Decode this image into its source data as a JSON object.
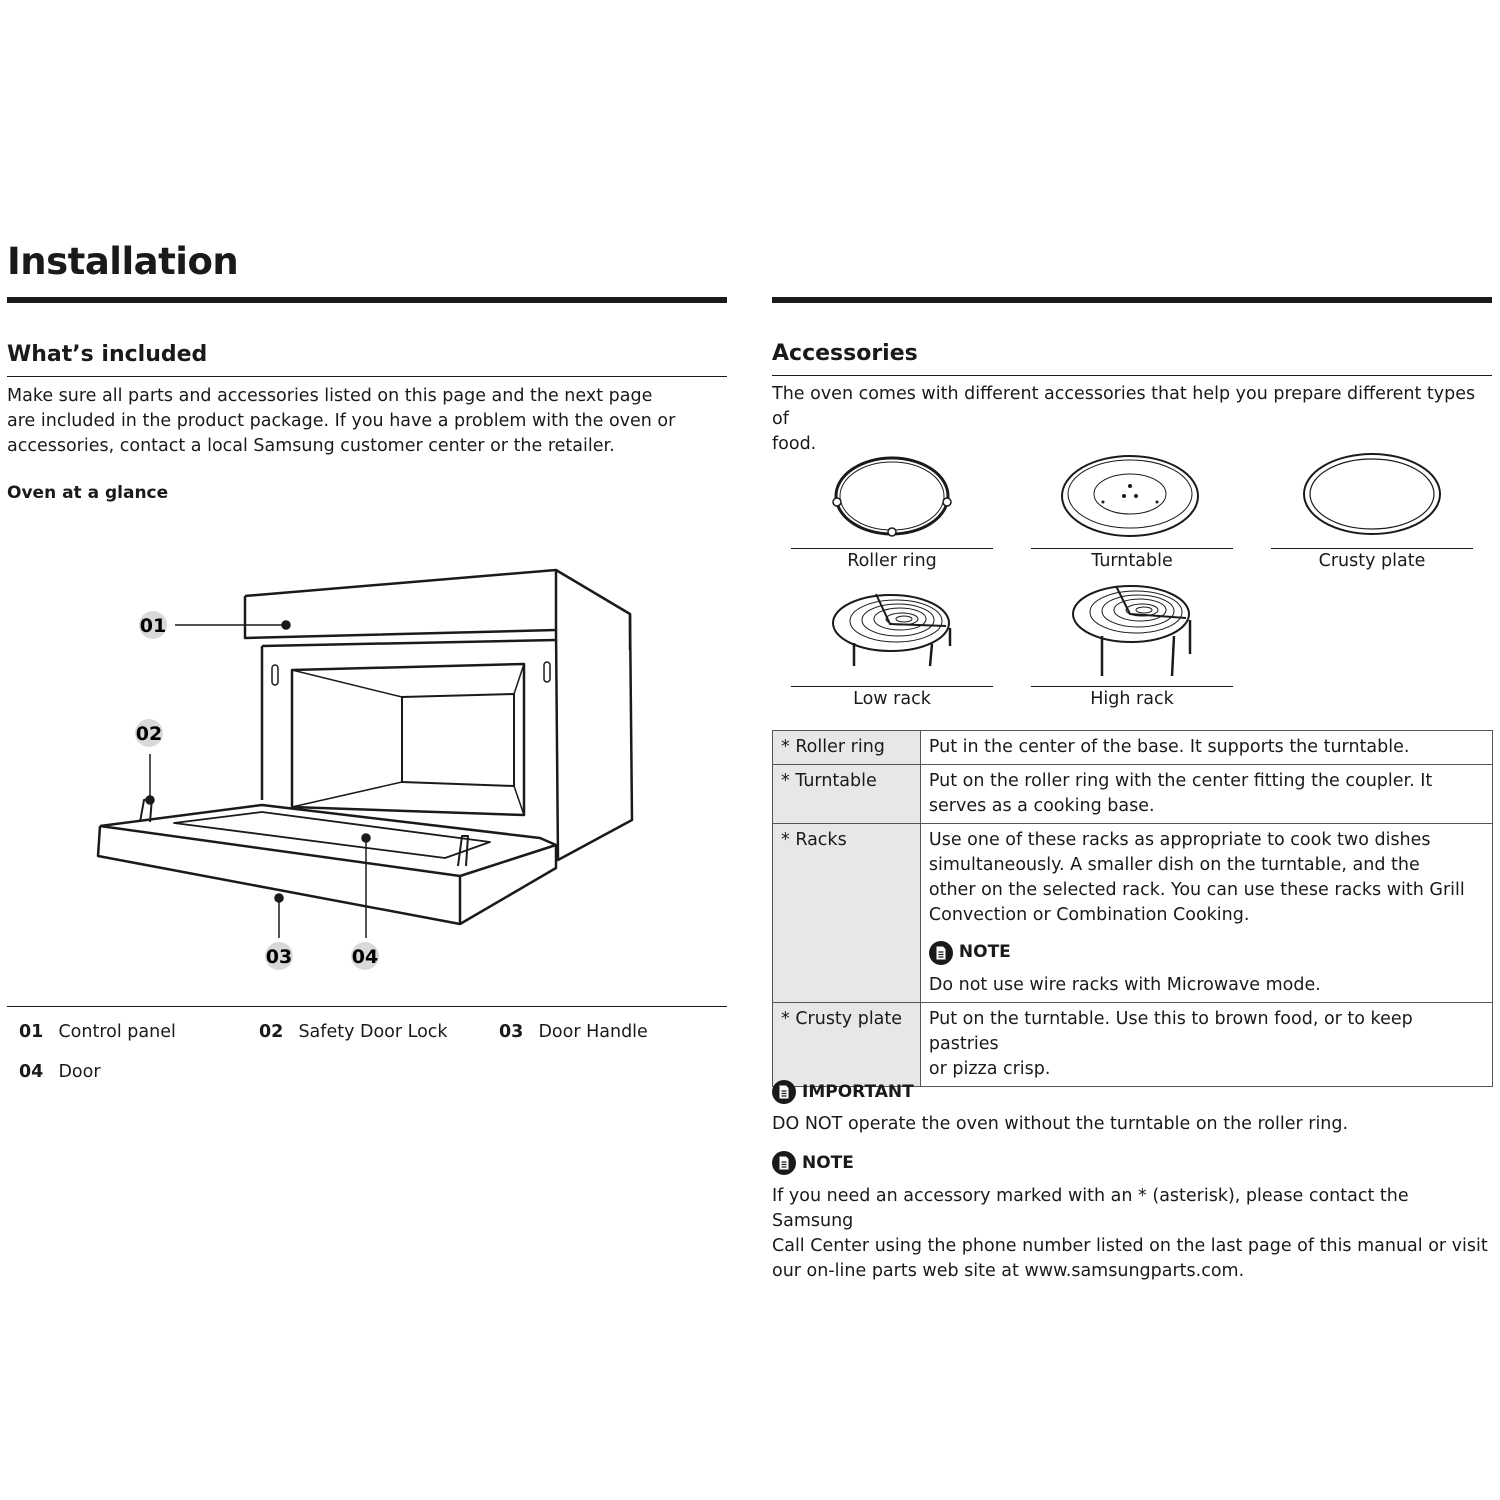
{
  "page": {
    "title": "Installation"
  },
  "whats_included": {
    "title": "What’s included",
    "intro": [
      "Make sure all parts and accessories listed on this page and the next page",
      "are included in the product package. If you have a problem with the oven or",
      "accessories, contact a local Samsung customer center or the retailer."
    ],
    "subheading": "Oven at a glance",
    "callouts": [
      "01",
      "02",
      "03",
      "04"
    ],
    "legend": [
      {
        "num": "01",
        "label": "Control panel"
      },
      {
        "num": "02",
        "label": "Safety Door Lock"
      },
      {
        "num": "03",
        "label": "Door Handle"
      },
      {
        "num": "04",
        "label": "Door"
      }
    ]
  },
  "accessories": {
    "title": "Accessories",
    "intro": [
      "The oven comes with different accessories that help you prepare different types of",
      "food."
    ],
    "items": [
      {
        "label": "Roller ring",
        "icon": "roller-ring-icon"
      },
      {
        "label": "Turntable",
        "icon": "turntable-icon"
      },
      {
        "label": "Crusty plate",
        "icon": "crusty-plate-icon"
      },
      {
        "label": "Low rack",
        "icon": "low-rack-icon"
      },
      {
        "label": "High rack",
        "icon": "high-rack-icon"
      }
    ],
    "table": [
      {
        "name": "* Roller ring",
        "desc": [
          "Put in the center of the base. It supports the turntable."
        ]
      },
      {
        "name": "* Turntable",
        "desc": [
          "Put on the roller ring with the center fitting the coupler. It",
          "serves as a cooking base."
        ]
      },
      {
        "name": "* Racks",
        "desc": [
          "Use one of these racks as appropriate to cook two dishes",
          "simultaneously. A smaller dish on the turntable, and the",
          "other on the selected rack. You can use these racks with Grill",
          "Convection or Combination Cooking."
        ],
        "note_head": "NOTE",
        "note_text": "Do not use wire racks with Microwave mode."
      },
      {
        "name": "* Crusty plate",
        "desc": [
          "Put on the turntable. Use this to brown food, or to keep pastries",
          "or pizza crisp."
        ]
      }
    ],
    "important": {
      "head": "IMPORTANT",
      "bold": "DO NOT",
      "text": " operate the oven without the turntable on the roller ring."
    },
    "note": {
      "head": "NOTE",
      "lines": [
        "If you need an accessory marked with an * (asterisk), please contact the Samsung",
        "Call Center using the phone number listed on the last page of this manual or visit",
        "our on-line parts web site at www.samsungparts.com."
      ]
    }
  }
}
